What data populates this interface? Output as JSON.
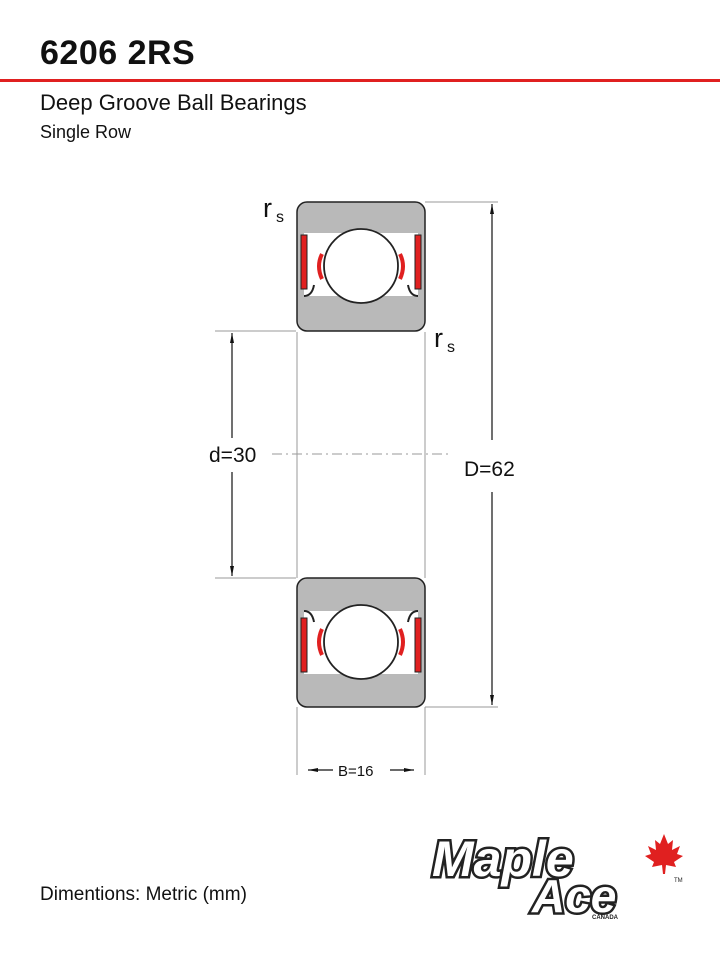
{
  "header": {
    "title": "6206 2RS",
    "subtitle": "Deep Groove Ball Bearings",
    "subtitle2": "Single Row"
  },
  "dimensions": {
    "inner": "d=30",
    "outer": "D=62",
    "width": "B=16",
    "radius_main": "r",
    "radius_sub": "s"
  },
  "footer": {
    "units": "Dimentions: Metric (mm)"
  },
  "logo": {
    "line1": "Maple",
    "line2": "Ace",
    "country": "CANADA",
    "trademark": "TM"
  },
  "colors": {
    "accent": "#e02020",
    "housing": "#b9b9b9",
    "outline": "#222222"
  }
}
